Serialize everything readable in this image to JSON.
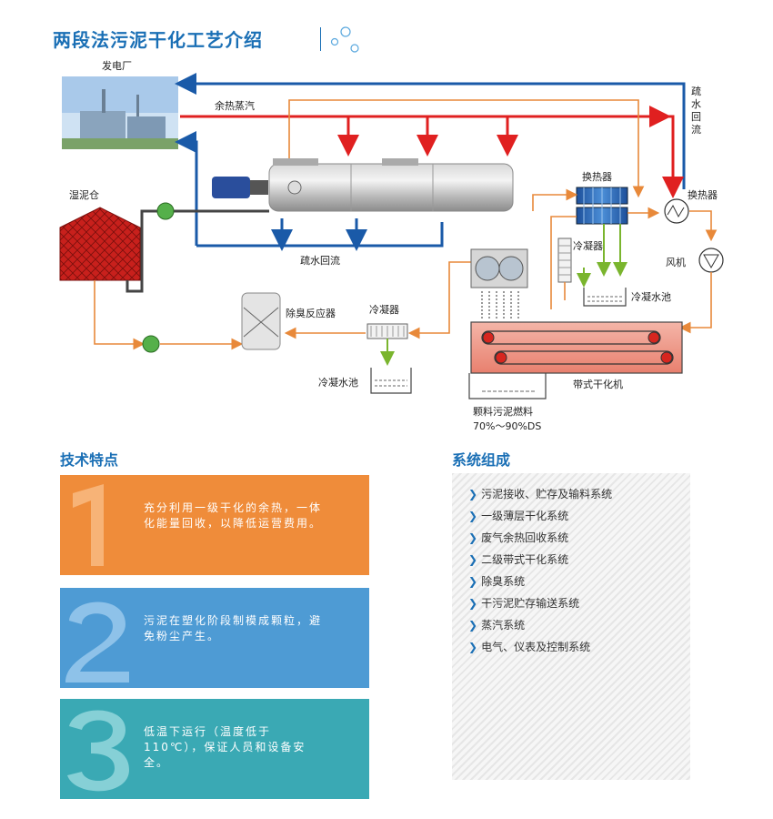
{
  "title": "两段法污泥干化工艺介绍",
  "diagram": {
    "power_plant": "发电厂",
    "waste_heat_steam": "余热蒸汽",
    "drain_return_right": [
      "疏",
      "水",
      "回",
      "流"
    ],
    "wet_sludge_bin": "湿泥仓",
    "drain_return": "疏水回流",
    "heat_exchanger_1": "换热器",
    "heat_exchanger_2": "换热器",
    "condenser_top": "冷凝器",
    "fan": "风机",
    "condensate_pool_right": "冷凝水池",
    "deodor_reactor": "除臭反应器",
    "condenser_bottom": "冷凝器",
    "condensate_pool_left": "冷凝水池",
    "belt_dryer": "带式干化机",
    "granule_fuel": "颗料污泥燃料",
    "granule_ds": "70%～90%DS"
  },
  "features_title": "技术特点",
  "features": [
    {
      "num": "1",
      "text": "充分利用一级干化的余热，一体化能量回收，以降低运营费用。",
      "color": "#ef8c3a"
    },
    {
      "num": "2",
      "text": "污泥在塑化阶段制模成颗粒，避免粉尘产生。",
      "color": "#4e9bd4"
    },
    {
      "num": "3",
      "text": "低温下运行（温度低于110℃），保证人员和设备安全。",
      "color": "#3aa9b4"
    }
  ],
  "system_title": "系统组成",
  "system_items": [
    "污泥接收、贮存及输料系统",
    "一级薄层干化系统",
    "废气余热回收系统",
    "二级带式干化系统",
    "除臭系统",
    "干污泥贮存输送系统",
    "蒸汽系统",
    "电气、仪表及控制系统"
  ],
  "colors": {
    "blue_pipe": "#1a5aa8",
    "red_pipe": "#e02020",
    "orange_pipe": "#e8893a",
    "green_pipe": "#7ab52e",
    "accent": "#1a6fb5"
  }
}
